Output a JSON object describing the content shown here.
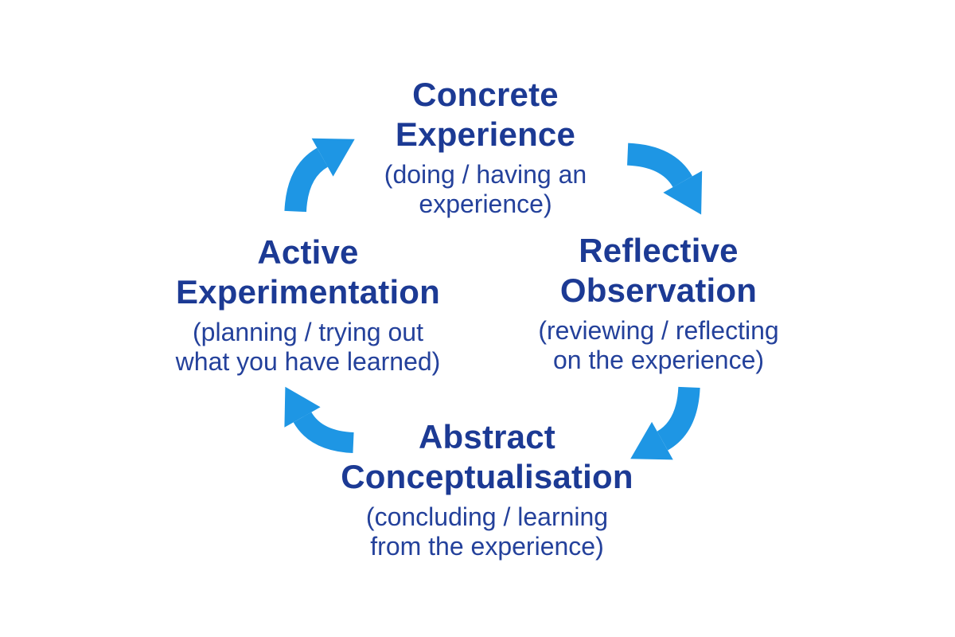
{
  "colors": {
    "background": "#ffffff",
    "heading_text": "#1c3a94",
    "body_text": "#24419b",
    "arrow": "#1e96e4"
  },
  "stages": [
    {
      "id": "concrete-experience",
      "title_line1": "Concrete",
      "title_line2": "Experience",
      "desc_line1": "(doing / having an",
      "desc_line2": "experience)"
    },
    {
      "id": "reflective-observation",
      "title_line1": "Reflective",
      "title_line2": "Observation",
      "desc_line1": "(reviewing / reflecting",
      "desc_line2": "on the experience)"
    },
    {
      "id": "abstract-conceptualisation",
      "title_line1": "Abstract",
      "title_line2": "Conceptualisation",
      "desc_line1": "(concluding / learning",
      "desc_line2": "from the experience)"
    },
    {
      "id": "active-experimentation",
      "title_line1": "Active",
      "title_line2": "Experimentation",
      "desc_line1": "(planning / trying out",
      "desc_line2": "what you have learned)"
    }
  ],
  "arrows": [
    {
      "from": "active-experimentation",
      "to": "concrete-experience",
      "direction": "up-right"
    },
    {
      "from": "concrete-experience",
      "to": "reflective-observation",
      "direction": "down-right"
    },
    {
      "from": "reflective-observation",
      "to": "abstract-conceptualisation",
      "direction": "down-left"
    },
    {
      "from": "abstract-conceptualisation",
      "to": "active-experimentation",
      "direction": "up-left"
    }
  ]
}
